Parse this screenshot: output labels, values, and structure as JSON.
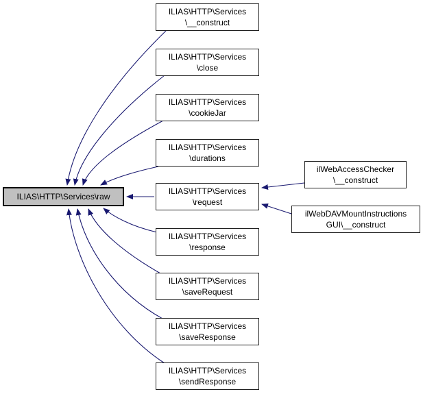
{
  "diagram": {
    "type": "doxygen-caller-graph",
    "edge_color": "#191970",
    "node_fill": "#ffffff",
    "center_node_fill": "#c0c0c0",
    "center_node": {
      "label": "ILIAS\\HTTP\\Services\\raw"
    },
    "callers": [
      {
        "line1": "ILIAS\\HTTP\\Services",
        "line2": "\\__construct"
      },
      {
        "line1": "ILIAS\\HTTP\\Services",
        "line2": "\\close"
      },
      {
        "line1": "ILIAS\\HTTP\\Services",
        "line2": "\\cookieJar"
      },
      {
        "line1": "ILIAS\\HTTP\\Services",
        "line2": "\\durations"
      },
      {
        "line1": "ILIAS\\HTTP\\Services",
        "line2": "\\request"
      },
      {
        "line1": "ILIAS\\HTTP\\Services",
        "line2": "\\response"
      },
      {
        "line1": "ILIAS\\HTTP\\Services",
        "line2": "\\saveRequest"
      },
      {
        "line1": "ILIAS\\HTTP\\Services",
        "line2": "\\saveResponse"
      },
      {
        "line1": "ILIAS\\HTTP\\Services",
        "line2": "\\sendResponse"
      }
    ],
    "indirect_callers": [
      {
        "line1": "ilWebAccessChecker",
        "line2": "\\__construct"
      },
      {
        "line1": "ilWebDAVMountInstructions",
        "line2": "GUI\\__construct"
      }
    ],
    "edges": [
      {
        "from": "ILIAS\\HTTP\\Services\\__construct",
        "to": "ILIAS\\HTTP\\Services\\raw"
      },
      {
        "from": "ILIAS\\HTTP\\Services\\close",
        "to": "ILIAS\\HTTP\\Services\\raw"
      },
      {
        "from": "ILIAS\\HTTP\\Services\\cookieJar",
        "to": "ILIAS\\HTTP\\Services\\raw"
      },
      {
        "from": "ILIAS\\HTTP\\Services\\durations",
        "to": "ILIAS\\HTTP\\Services\\raw"
      },
      {
        "from": "ILIAS\\HTTP\\Services\\request",
        "to": "ILIAS\\HTTP\\Services\\raw"
      },
      {
        "from": "ILIAS\\HTTP\\Services\\response",
        "to": "ILIAS\\HTTP\\Services\\raw"
      },
      {
        "from": "ILIAS\\HTTP\\Services\\saveRequest",
        "to": "ILIAS\\HTTP\\Services\\raw"
      },
      {
        "from": "ILIAS\\HTTP\\Services\\saveResponse",
        "to": "ILIAS\\HTTP\\Services\\raw"
      },
      {
        "from": "ILIAS\\HTTP\\Services\\sendResponse",
        "to": "ILIAS\\HTTP\\Services\\raw"
      },
      {
        "from": "ilWebAccessChecker\\__construct",
        "to": "ILIAS\\HTTP\\Services\\request"
      },
      {
        "from": "ilWebDAVMountInstructionsGUI\\__construct",
        "to": "ILIAS\\HTTP\\Services\\request"
      }
    ]
  }
}
